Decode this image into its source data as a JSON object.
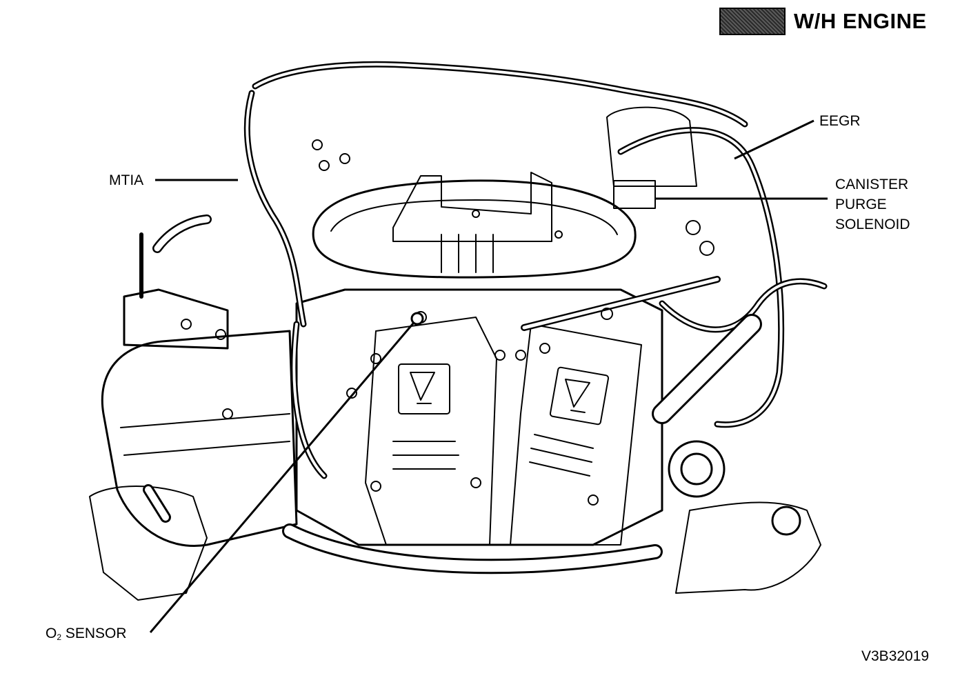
{
  "header": {
    "title": "W/H ENGINE",
    "swatch_color": "#3a3a3a"
  },
  "labels": {
    "mtia": "MTIA",
    "eegr": "EEGR",
    "canister": [
      "CANISTER",
      "PURGE",
      "SOLENOID"
    ],
    "o2_prefix": "O",
    "o2_subscript": "2",
    "o2_suffix": " SENSOR"
  },
  "figure_code": "V3B32019",
  "icons": [
    "hot-warning-icon",
    "hot-warning-icon"
  ]
}
